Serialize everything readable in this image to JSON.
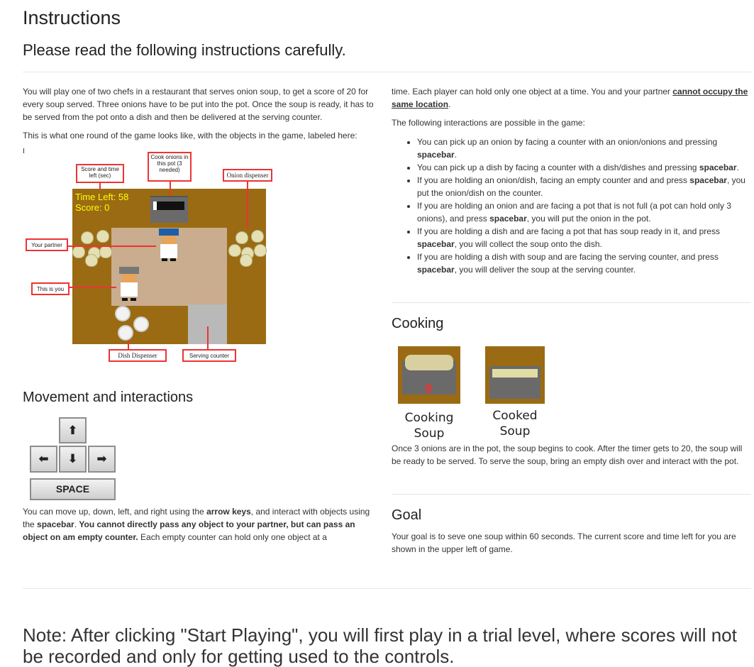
{
  "page": {
    "title": "Instructions",
    "subtitle": "Please read the following instructions carefully."
  },
  "intro": {
    "p1": "You will play one of two chefs in a restaurant that serves onion soup, to get a score of 20 for every soup served. Three onions have to be put into the pot. Once the soup is ready, it has to be served from the pot onto a dish and then be delivered at the serving counter.",
    "p2": "This is what one round of the game looks like, with the objects in the game, labeled here:"
  },
  "diagram": {
    "time_left": "Time Left: 58",
    "score": "Score: 0",
    "labels": {
      "score_time": "Score and time left (sec)",
      "cook_onions": "Cook onions in this pot (3 needed)",
      "onion_dispenser": "Onion dispenser",
      "your_partner": "Your partner",
      "this_is_you": "This is you",
      "dish_dispenser": "Dish Dispenser",
      "serving_counter": "Serving counter"
    },
    "colors": {
      "floor": "#9a6b13",
      "tile": "#c9ad8e",
      "label_border": "#e33333",
      "score_text": "#ffff00"
    }
  },
  "movement": {
    "heading": "Movement and interactions",
    "keys": {
      "up": "⬆",
      "left": "⬅",
      "down": "⬇",
      "right": "➡",
      "space": "SPACE"
    },
    "text_a": "You can move up, down, left, and right using the ",
    "text_b": "arrow keys",
    "text_c": ", and interact with objects using the ",
    "text_d": "spacebar",
    "text_e": ". ",
    "text_f": "You cannot directly pass any object to your partner, but can pass an object on am empty counter.",
    "text_g": " Each empty counter can hold only one object at a",
    "text_h": "time. Each player can hold only one object at a time. You and your partner ",
    "text_i": "cannot occupy the same location",
    "text_j": "."
  },
  "interactions": {
    "intro": "The following interactions are possible in the game:",
    "items": [
      {
        "a": "You can pick up an onion by facing a counter with an onion/onions and pressing ",
        "b": "spacebar",
        "c": "."
      },
      {
        "a": "You can pick up a dish by facing a counter with a dish/dishes and pressing ",
        "b": "spacebar",
        "c": "."
      },
      {
        "a": "If you are holding an onion/dish, facing an empty counter and and press ",
        "b": "spacebar",
        "c": ", you put the onion/dish on the counter."
      },
      {
        "a": "If you are holding an onion and are facing a pot that is not full (a pot can hold only 3 onions), and press ",
        "b": "spacebar",
        "c": ", you will put the onion in the pot."
      },
      {
        "a": "If you are holding a dish and are facing a pot that has soup ready in it, and press ",
        "b": "spacebar",
        "c": ", you will collect the soup onto the dish."
      },
      {
        "a": "If you are holding a dish with soup and are facing the serving counter, and press ",
        "b": "spacebar",
        "c": ", you will deliver the soup at the serving counter."
      }
    ]
  },
  "cooking": {
    "heading": "Cooking",
    "timer": "9",
    "cooking_label": "Cooking Soup",
    "cooked_label": "Cooked Soup",
    "text": "Once 3 onions are in the pot, the soup begins to cook. After the timer gets to 20, the soup will be ready to be served. To serve the soup, bring an empty dish over and interact with the pot."
  },
  "goal": {
    "heading": "Goal",
    "text": "Your goal is to seve one soup within 60 seconds. The current score and time left for you are shown in the upper left of game."
  },
  "note": {
    "text": "Note: After clicking \"Start Playing\", you will first play in a trial level, where scores will not be recorded and only for getting used to the controls."
  }
}
